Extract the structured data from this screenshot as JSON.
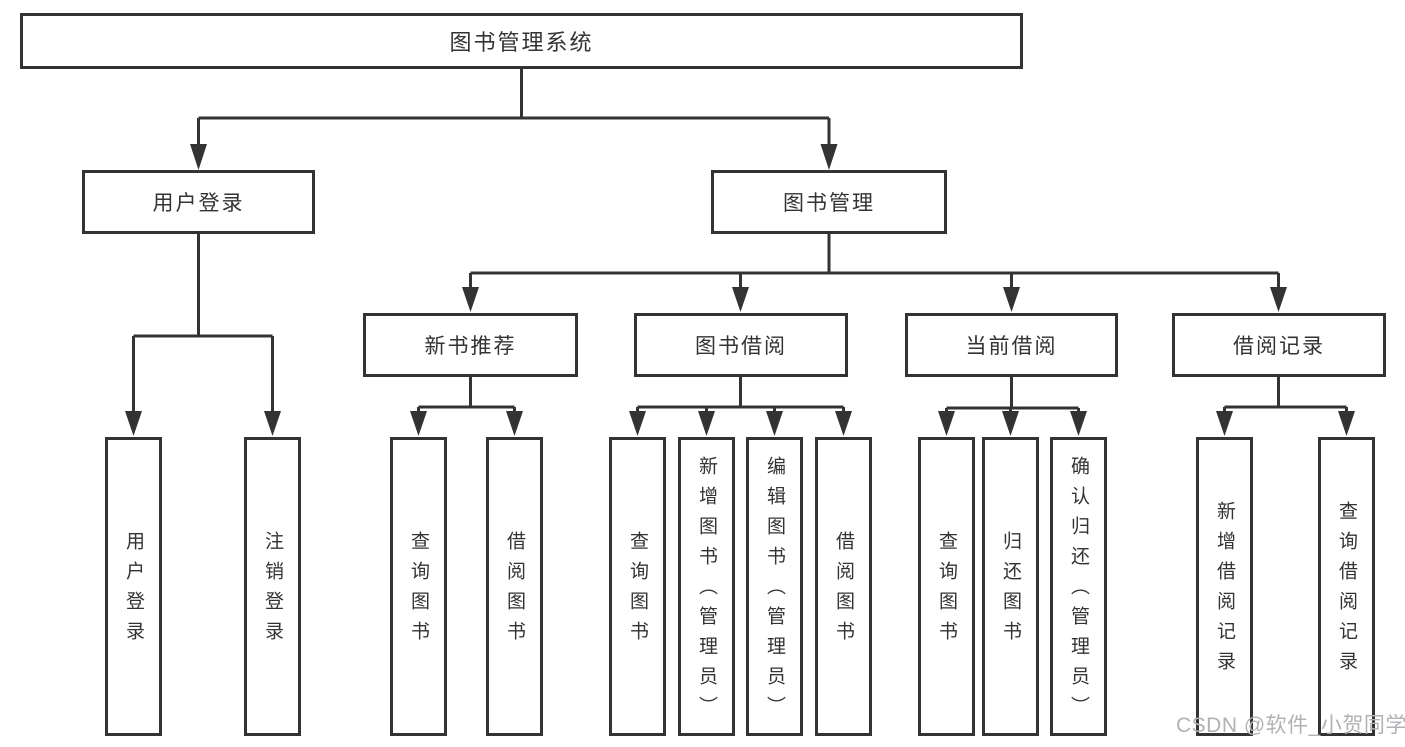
{
  "watermark": "CSDN @软件_小贺同学",
  "colors": {
    "line": "#333333",
    "box_background": "#ffffff",
    "text": "#333333",
    "watermark_text": "#b2b2b6"
  },
  "nodes": {
    "root": "图书管理系统",
    "user_login": "用户登录",
    "book_management": "图书管理",
    "new_book_recommend": "新书推荐",
    "book_borrow": "图书借阅",
    "current_borrow": "当前借阅",
    "borrow_records": "借阅记录",
    "leaf_user_login": "用户登录",
    "leaf_logout": "注销登录",
    "leaf_query_books_a": "查询图书",
    "leaf_borrow_books_a": "借阅图书",
    "leaf_query_books_b": "查询图书",
    "leaf_add_book_admin": "新增图书（管理员）",
    "leaf_edit_book_admin": "编辑图书（管理员）",
    "leaf_borrow_books_b": "借阅图书",
    "leaf_query_books_c": "查询图书",
    "leaf_return_books": "归还图书",
    "leaf_confirm_return_admin": "确认归还（管理员）",
    "leaf_add_borrow_record": "新增借阅记录",
    "leaf_query_borrow_record": "查询借阅记录"
  }
}
